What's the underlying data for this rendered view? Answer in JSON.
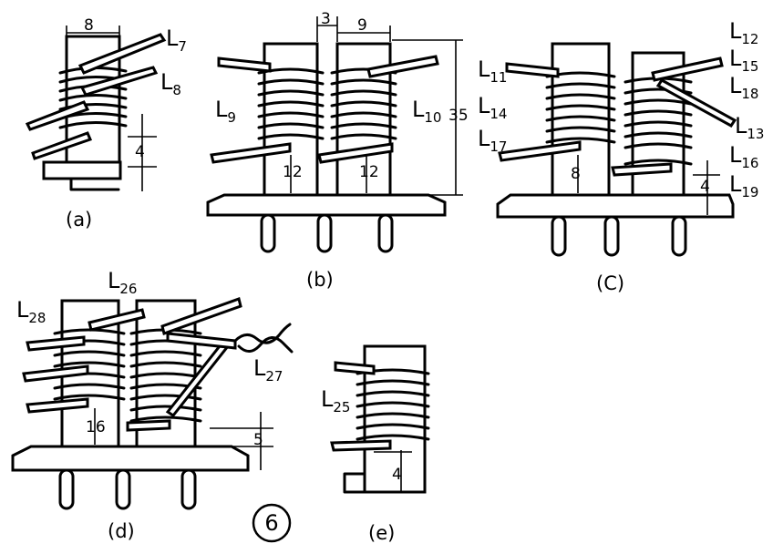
{
  "figure": {
    "number": "6",
    "panels": {
      "a": {
        "caption": "(a)",
        "dims": [
          "8",
          "4"
        ],
        "labels": [
          {
            "main": "L",
            "sub": "7"
          },
          {
            "main": "L",
            "sub": "8"
          }
        ]
      },
      "b": {
        "caption": "(b)",
        "dims": [
          "3",
          "9",
          "35",
          "12",
          "12"
        ],
        "labels": [
          {
            "main": "L",
            "sub": "9"
          },
          {
            "main": "L",
            "sub": "10"
          }
        ]
      },
      "c": {
        "caption": "(C)",
        "dims": [
          "8",
          "4"
        ],
        "labels": [
          {
            "main": "L",
            "sub": "11"
          },
          {
            "main": "L",
            "sub": "14"
          },
          {
            "main": "L",
            "sub": "17"
          },
          {
            "main": "L",
            "sub": "12"
          },
          {
            "main": "L",
            "sub": "15"
          },
          {
            "main": "L",
            "sub": "18"
          },
          {
            "main": "L",
            "sub": "13"
          },
          {
            "main": "L",
            "sub": "16"
          },
          {
            "main": "L",
            "sub": "19"
          }
        ]
      },
      "d": {
        "caption": "(d)",
        "dims": [
          "16",
          "5"
        ],
        "labels": [
          {
            "main": "L",
            "sub": "26"
          },
          {
            "main": "L",
            "sub": "28"
          },
          {
            "main": "L",
            "sub": "27"
          }
        ]
      },
      "e": {
        "caption": "(e)",
        "dims": [
          "4"
        ],
        "labels": [
          {
            "main": "L",
            "sub": "25"
          }
        ]
      }
    }
  }
}
